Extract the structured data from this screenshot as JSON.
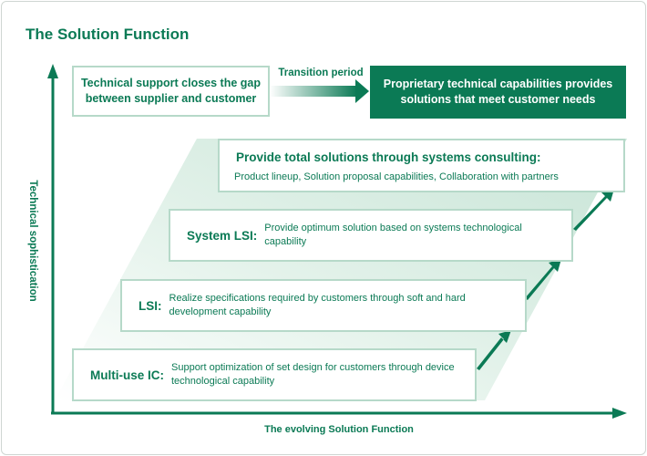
{
  "title": "The Solution Function",
  "top": {
    "left_box": "Technical support closes the gap between supplier and customer",
    "transition_label": "Transition period",
    "right_box": "Proprietary technical capabilities provides solutions that meet customer needs"
  },
  "tiers": [
    {
      "name": "Provide total solutions through systems consulting:",
      "description": "Product lineup, Solution proposal capabilities, Collaboration with partners"
    },
    {
      "name": "System LSI:",
      "description": "Provide optimum solution based on systems technological capability"
    },
    {
      "name": "LSI:",
      "description": "Realize specifications required by customers through soft and hard development capability"
    },
    {
      "name": "Multi-use IC:",
      "description": "Support optimization of set design for customers through device technological capability"
    }
  ],
  "axes": {
    "x_label": "The evolving Solution Function",
    "y_label": "Technical sophistication"
  },
  "colors": {
    "primary": "#0b7a55",
    "light_border": "#b6d9c9",
    "light_fill": "#d9ede4"
  }
}
